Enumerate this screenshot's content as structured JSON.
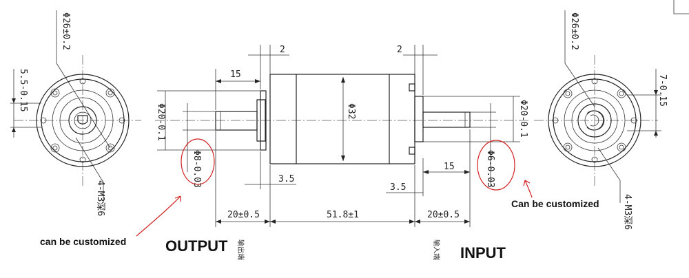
{
  "dimensions": {
    "flange_left_dia": "Φ26±0.2",
    "flange_right_dia": "Φ26±0.2",
    "left_keyway": "5.5-0.15",
    "right_keyway": "7-0.15",
    "left_holes": "4-M3深6",
    "right_holes": "4-M3深6",
    "gap_left": "2",
    "gap_right": "2",
    "shaft_len_left": "15",
    "shaft_len_right": "15",
    "body_dia": "Φ32",
    "flange_dia_left": "Φ20-0.1",
    "flange_dia_right": "Φ20-0.1",
    "output_shaft_dia": "Φ8-0.03",
    "input_shaft_dia": "Φ6-0.03",
    "step_left": "3.5",
    "step_right": "3.5",
    "len_left": "20±0.5",
    "len_body": "51.8±1",
    "len_right": "20±0.5"
  },
  "annotations": {
    "left_note": "can be customized",
    "right_note": "Can be customized",
    "output_label": "OUTPUT",
    "input_label": "INPUT",
    "output_cjk": "输出端",
    "input_cjk": "输入端"
  }
}
